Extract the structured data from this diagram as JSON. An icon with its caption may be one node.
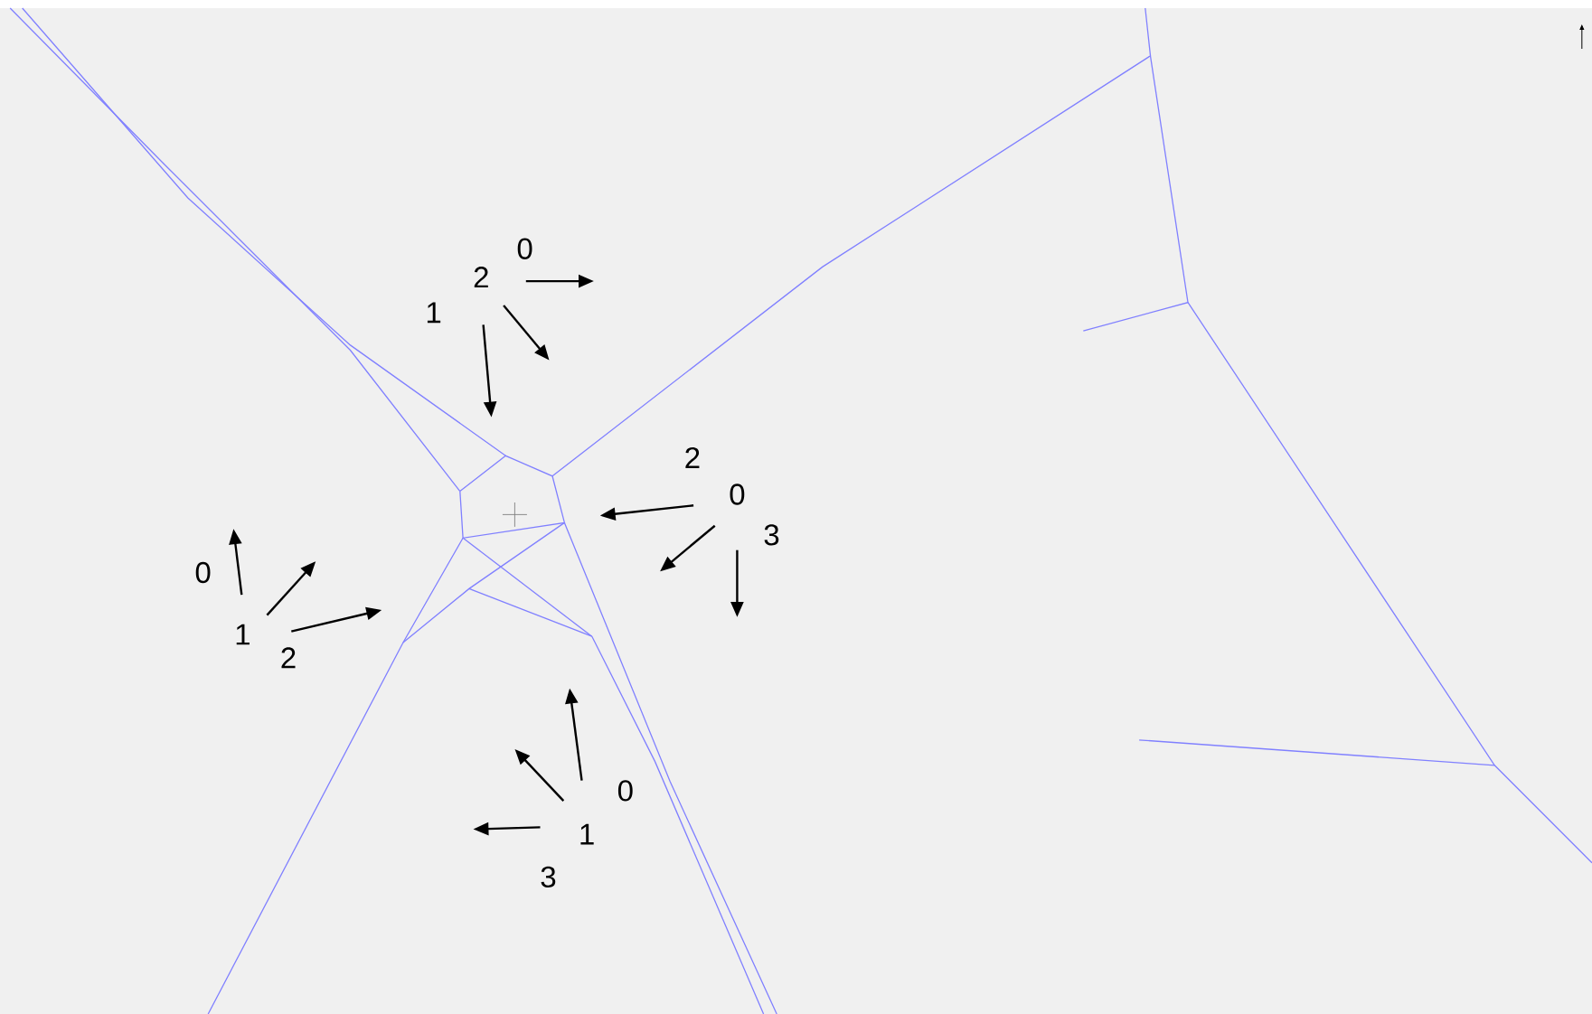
{
  "diagram": {
    "labels": [
      "0",
      "2",
      "1",
      "2",
      "0",
      "3",
      "0",
      "1",
      "2",
      "0",
      "1",
      "3"
    ]
  }
}
